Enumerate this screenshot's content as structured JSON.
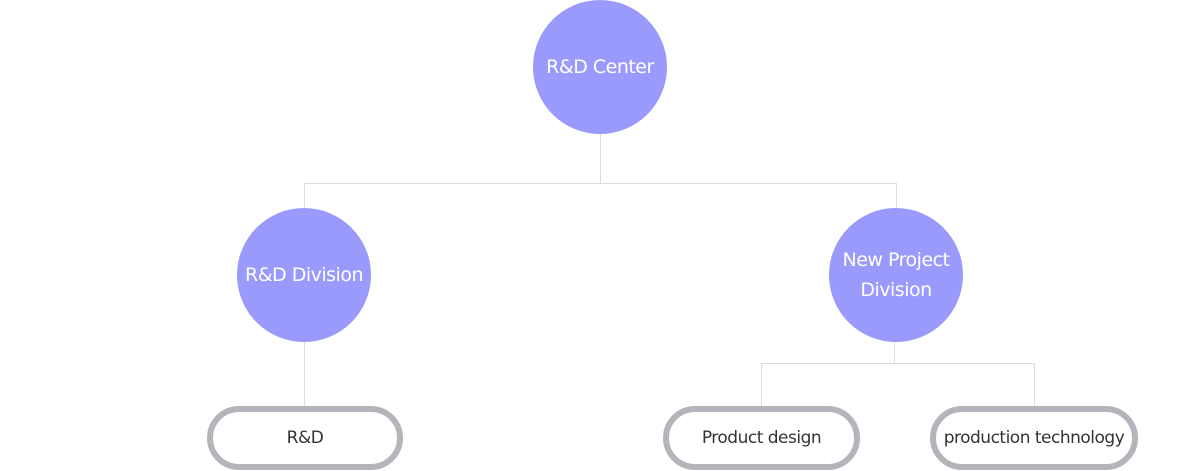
{
  "diagram": {
    "root": {
      "label": "R&D Center"
    },
    "divisions": [
      {
        "label": "R&D Division"
      },
      {
        "label_line1": "New Project",
        "label_line2": "Division"
      }
    ],
    "teams": [
      {
        "label": "R&D"
      },
      {
        "label": "Product design"
      },
      {
        "label": "production technology"
      }
    ]
  },
  "colors": {
    "node_fill": "#9a9afd",
    "node_text": "#ffffff",
    "pill_border": "#b5b4bb",
    "pill_text": "#333333",
    "connector": "#dcdcdc"
  }
}
